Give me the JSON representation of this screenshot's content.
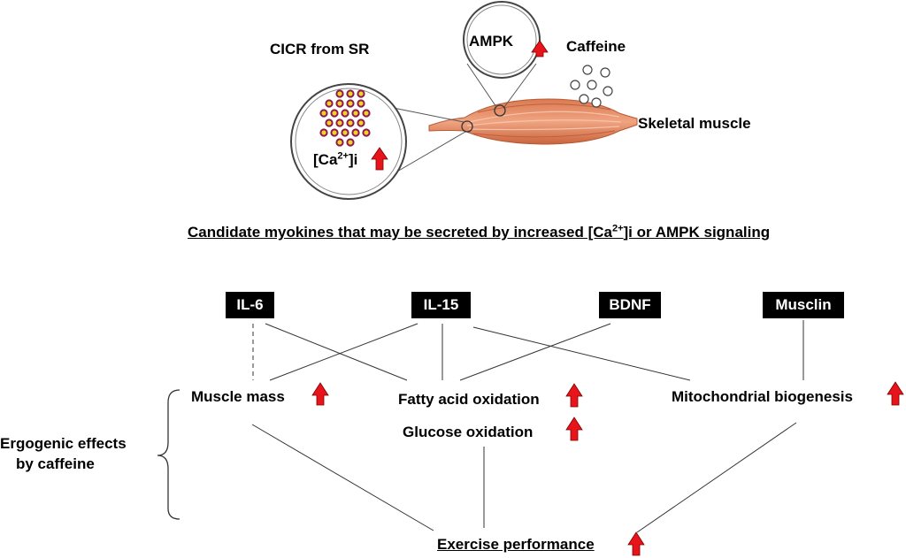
{
  "labels": {
    "cicr": "CICR from SR",
    "ampk": "AMPK",
    "caffeine": "Caffeine",
    "skeletal_muscle": "Skeletal muscle",
    "calcium_prefix": "[Ca",
    "calcium_sup": "2+",
    "calcium_suffix": "]i"
  },
  "heading": {
    "part1": "Candidate myokines that may be secreted by increased [Ca",
    "sup": "2+",
    "part2": "]i or AMPK signaling"
  },
  "myokines": [
    "IL-6",
    "IL-15",
    "BDNF",
    "Musclin"
  ],
  "effects": {
    "muscle_mass": "Muscle mass",
    "fatty_acid": "Fatty acid oxidation",
    "glucose": "Glucose oxidation",
    "mito": "Mitochondrial biogenesis"
  },
  "side_label": {
    "line1": "Ergogenic effects",
    "line2": "by caffeine"
  },
  "outcome": "Exercise performance",
  "colors": {
    "arrow": "#e8141b",
    "muscle": "#e8936a",
    "dot_fill": "#f2cf2b",
    "dot_ring": "#8a1a4a"
  }
}
